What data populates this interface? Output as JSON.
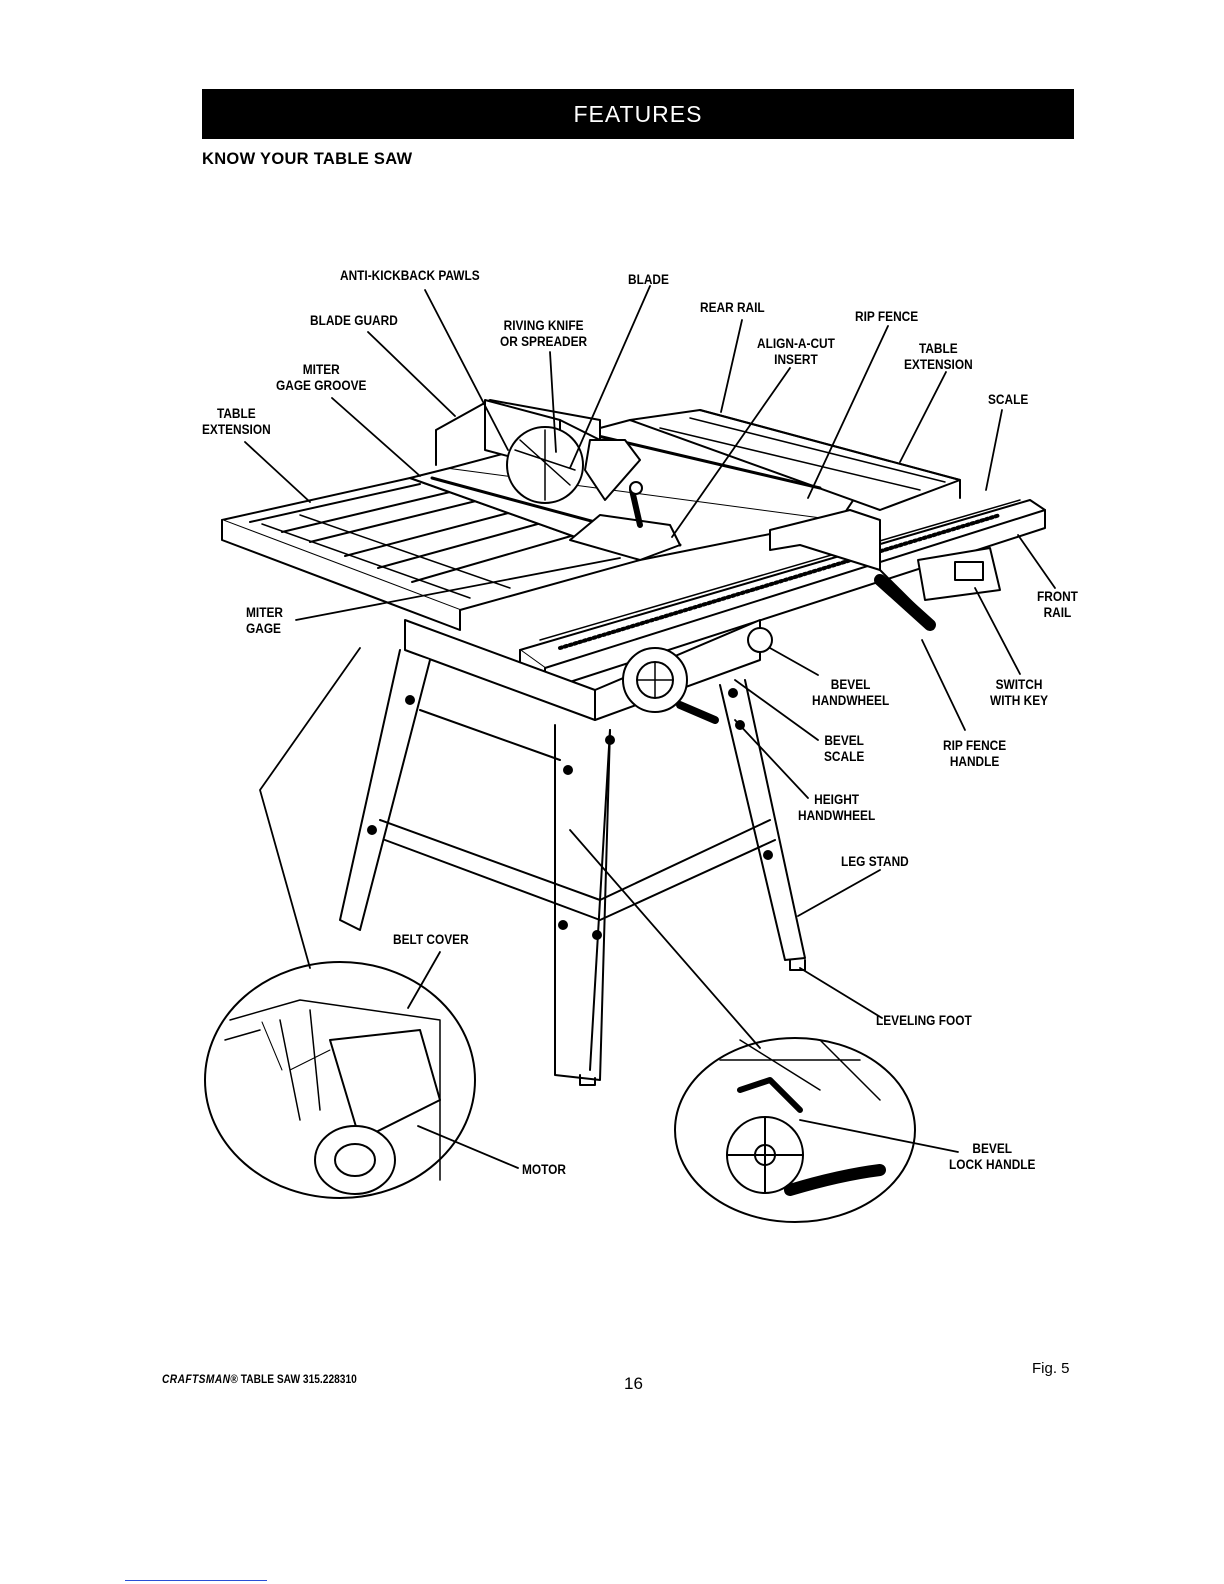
{
  "header": {
    "title": "FEATURES"
  },
  "section": {
    "heading": "KNOW YOUR TABLE SAW"
  },
  "labels": {
    "anti_kickback_pawls": "ANTI-KICKBACK PAWLS",
    "blade": "BLADE",
    "blade_guard": "BLADE GUARD",
    "riving_knife": "RIVING KNIFE\nOR SPREADER",
    "rear_rail": "REAR RAIL",
    "rip_fence": "RIP FENCE",
    "align_a_cut": "ALIGN-A-CUT\nINSERT",
    "table_extension_right": "TABLE\nEXTENSION",
    "miter_gage_groove": "MITER\nGAGE GROOVE",
    "table_extension_left": "TABLE\nEXTENSION",
    "scale": "SCALE",
    "miter_gage": "MITER\nGAGE",
    "front_rail": "FRONT\nRAIL",
    "bevel_handwheel": "BEVEL\nHANDWHEEL",
    "switch_with_key": "SWITCH\nWITH KEY",
    "bevel_scale": "BEVEL\nSCALE",
    "rip_fence_handle": "RIP FENCE\nHANDLE",
    "height_handwheel": "HEIGHT\nHANDWHEEL",
    "leg_stand": "LEG STAND",
    "belt_cover": "BELT COVER",
    "leveling_foot": "LEVELING FOOT",
    "motor": "MOTOR",
    "bevel_lock_handle": "BEVEL\nLOCK HANDLE"
  },
  "footer": {
    "brand": "CRAFTSMAN",
    "reg": "®",
    "product": " TABLE SAW 315.228310",
    "page": "16",
    "figure": "Fig. 5"
  }
}
